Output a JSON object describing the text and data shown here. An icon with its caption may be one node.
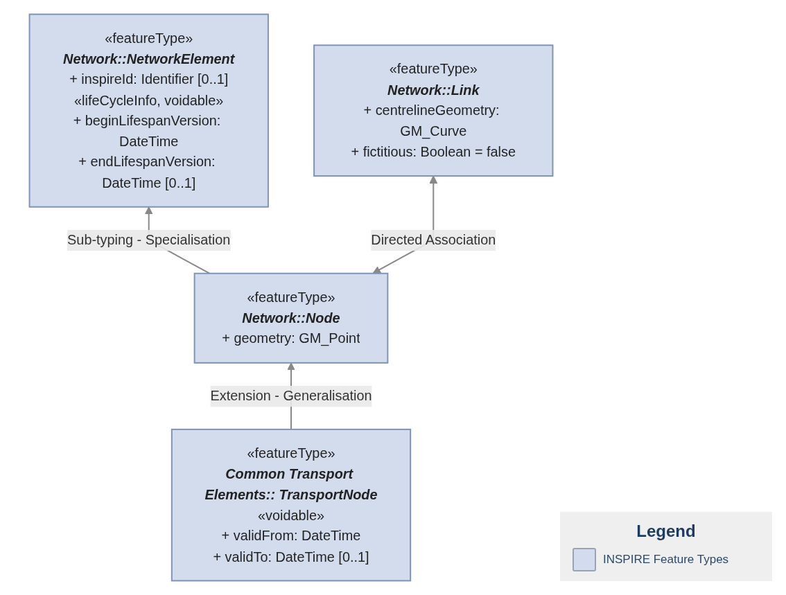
{
  "diagram": {
    "nodes": [
      {
        "text": [
          "«featureType»",
          "Network::NetworkElement",
          "+ inspireId: Identifier [0..1]",
          "«lifeCycleInfo, voidable»",
          "+ beginLifespanVersion: DateTime",
          "+ endLifespanVersion: DateTime [0..1]"
        ]
      },
      {
        "text": [
          "«featureType»",
          "Network::Node",
          "+ geometry: GM_Point"
        ]
      },
      {
        "text": [
          "«featureType»",
          "Network::Link",
          "+ centrelineGeometry: GM_Curve",
          "+ fictitious: Boolean = false"
        ]
      },
      {
        "text": [
          "«featureType»",
          "Common Transport Elements:: TransportNode",
          "«voidable»",
          "+ validFrom: DateTime",
          "+ validTo: DateTime [0..1]"
        ]
      }
    ],
    "edges": [
      {
        "from": 1,
        "to": 0,
        "arrow": "to",
        "label": "Sub-typing - Specialisation"
      },
      {
        "from": 1,
        "to": 2,
        "arrow": "both",
        "label": "Directed Association"
      },
      {
        "from": 3,
        "to": 1,
        "arrow": "to",
        "label": "Extension - Generalisation"
      }
    ],
    "labels": [
      "Legend"
    ],
    "legend": [
      {
        "text": "INSPIRE Feature Types",
        "color": "#d3dced"
      }
    ]
  }
}
